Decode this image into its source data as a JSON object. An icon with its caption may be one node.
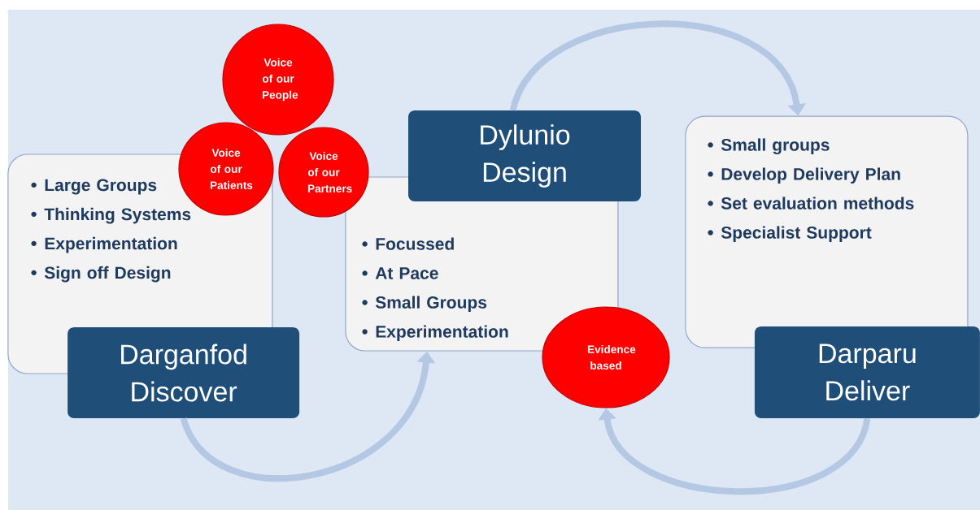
{
  "diagram": {
    "nodes": [
      {
        "text": [
          "Large Groups",
          "Thinking Systems",
          "Experimentation",
          "Sign off Design"
        ]
      },
      {
        "text": [
          "Darganfod",
          "Discover"
        ]
      },
      {
        "text": [
          "Voice of our People"
        ]
      },
      {
        "text": [
          "Voice of our Patients"
        ]
      },
      {
        "text": [
          "Voice of our Partners"
        ]
      },
      {
        "text": [
          "Focussed",
          "At Pace",
          "Small Groups",
          "Experimentation"
        ]
      },
      {
        "text": [
          "Dylunio",
          "Design"
        ]
      },
      {
        "text": [
          "Evidence based"
        ]
      },
      {
        "text": [
          "Small groups",
          "Develop Delivery Plan",
          "Set evaluation methods",
          "Specialist Support"
        ]
      },
      {
        "text": [
          "Darparu",
          "Deliver"
        ]
      }
    ],
    "edges": [
      {
        "from": 1,
        "to": 5,
        "arrow": "to"
      },
      {
        "from": 6,
        "to": 8,
        "arrow": "to"
      },
      {
        "from": 9,
        "to": 7,
        "arrow": "to"
      }
    ]
  }
}
